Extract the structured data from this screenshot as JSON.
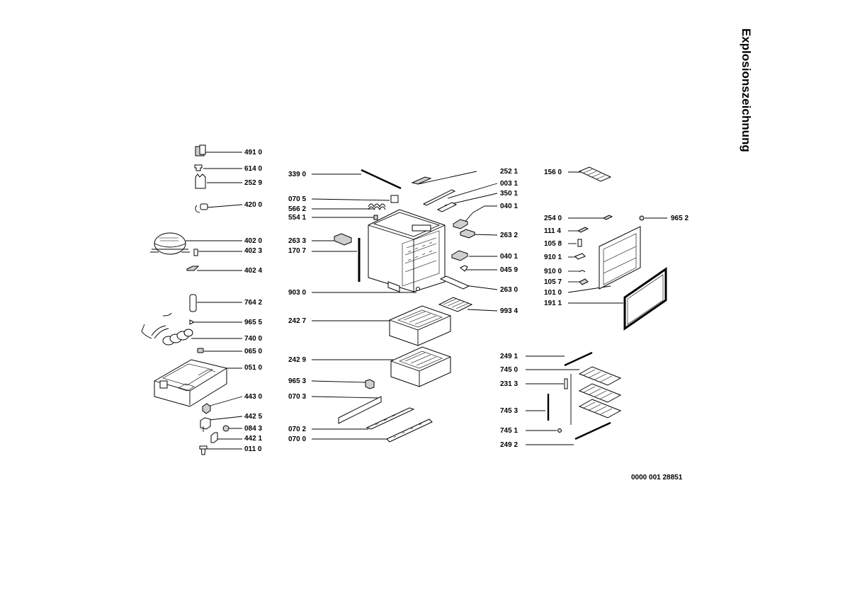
{
  "title": "Explosionszeichnung",
  "document_number": "0000 001 28851",
  "labels": [
    "491 0",
    "614 0",
    "252 9",
    "420 0",
    "402 0",
    "402 3",
    "402 4",
    "764 2",
    "965 5",
    "740 0",
    "065 0",
    "051 0",
    "443 0",
    "442 5",
    "084 3",
    "442 1",
    "011 0",
    "339 0",
    "070 5",
    "566 2",
    "554 1",
    "263 3",
    "170 7",
    "903 0",
    "242 7",
    "242 9",
    "965 3",
    "070 3",
    "070 2",
    "070 0",
    "252 1",
    "003 1",
    "350 1",
    "040 1",
    "263 2",
    "040 1",
    "045 9",
    "263 0",
    "993 4",
    "156 0",
    "254 0",
    "965 2",
    "111 4",
    "105 8",
    "910 1",
    "910 0",
    "105 7",
    "101 0",
    "191 1",
    "249 1",
    "745 0",
    "231 3",
    "745 3",
    "745 1",
    "249 2"
  ]
}
